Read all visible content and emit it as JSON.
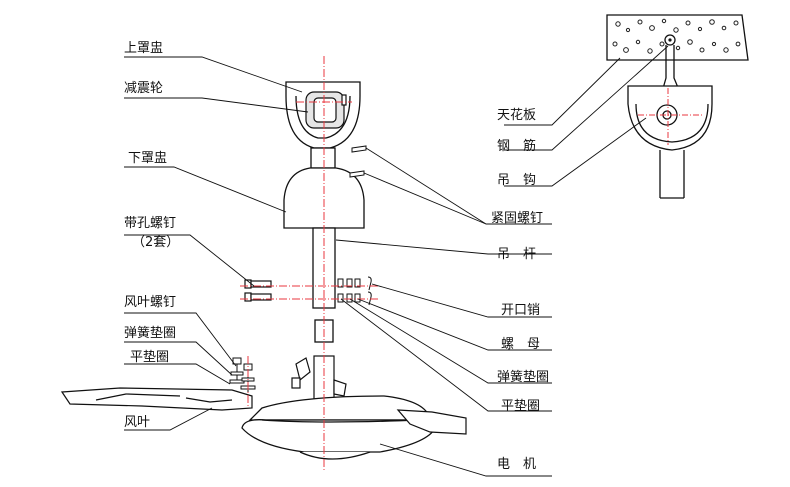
{
  "colors": {
    "line": "#111111",
    "centerline": "#e8373f",
    "fill": "#ffffff",
    "shade": "#e6e6e6"
  },
  "labels": {
    "upper_cover": "上罩盅",
    "damper_wheel": "减震轮",
    "lower_cover": "下罩盅",
    "hole_bolt": "带孔螺钉",
    "hole_bolt_qty": "（2套）",
    "blade_screw": "风叶螺钉",
    "spring_washer_left": "弹簧垫圈",
    "flat_washer_left": "平垫圈",
    "blade": "风叶",
    "ceiling": "天花板",
    "rebar": "钢　筋",
    "hook": "吊　钩",
    "set_screw": "紧固螺钉",
    "rod": "吊　杆",
    "cotter_pin": "开口销",
    "nut": "螺　母",
    "spring_washer_right": "弹簧垫圈",
    "flat_washer_right": "平垫圈",
    "motor": "电　机"
  }
}
